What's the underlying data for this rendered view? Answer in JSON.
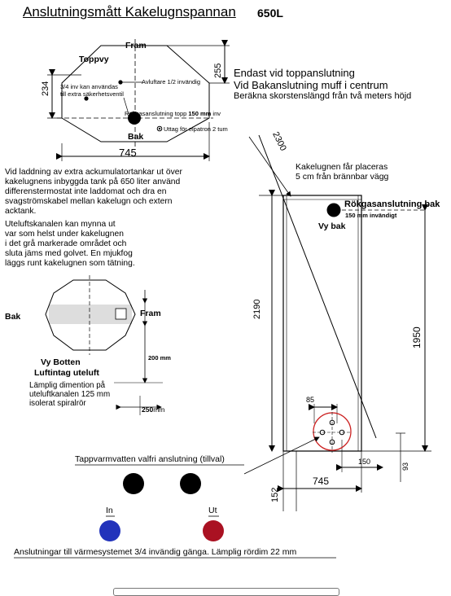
{
  "title": "Anslutningsmått Kakelugnspannan",
  "title_capacity": "650L",
  "top_view": {
    "fram": "Fram",
    "toppvy": "Toppvy",
    "bak": "Bak",
    "dim_width": "745",
    "dim_depth": "234",
    "dim_top": "255",
    "dim_diag": "2300",
    "label_34inv_1": "3/4 inv kan användas",
    "label_34inv_2": "till extra säkerhetsventil",
    "label_avluftare": "Avluftare 1/2 invändig",
    "label_rokgas_pre": "Rökgasanslutning topp ",
    "label_rokgas_bold": "150 mm",
    "label_rokgas_post": " inv",
    "label_uttag": "Uttag för elpatron 2 tum"
  },
  "notes": {
    "line1": "Endast vid toppanslutning",
    "line2": "Vid Bakanslutning muff i centrum",
    "line3": "Beräkna skorstenslängd från två meters höjd"
  },
  "para_laddning": [
    "Vid laddning av extra ackumulatortankar ut över",
    "kakelugnens inbyggda tank på 650 liter använd",
    "differenstermostat inte laddomat och dra en",
    "svagströmskabel mellan kakelugn och extern",
    "acktank."
  ],
  "para_uteluft": [
    "Uteluftskanalen kan mynna ut",
    "var som helst under kakelugnen",
    "i det grå markerade området och",
    "sluta jäms med golvet. En mjukfog",
    "läggs runt kakelugnen som tätning."
  ],
  "bottom_view": {
    "bak": "Bak",
    "fram": "Fram",
    "vy_botten": "Vy Botten",
    "luftintag": "Luftintag uteluft",
    "dim_200": "200 mm",
    "dim_250": "250",
    "dim_250_unit": "mm",
    "lamplig": [
      "Lämplig dimention på",
      "uteluftkanalen 125 mm",
      "isolerat spiralrör"
    ]
  },
  "side_view": {
    "placeras_1": "Kakelugnen får placeras",
    "placeras_2": "5 cm från brännbar vägg",
    "rokgas_bak": "Rökgasanslutning bak",
    "rokgas_bak_inv": "150 mm invändigt",
    "vy_bak": "Vy bak",
    "dim_2190": "2190",
    "dim_1950": "1950",
    "dim_85": "85",
    "dim_150": "150",
    "dim_93": "93",
    "dim_152": "152",
    "dim_745": "745"
  },
  "tappvarmvatten": "Tappvarmvatten valfri anslutning (tillval)",
  "in_label": "In",
  "ut_label": "Ut",
  "footer": "Anslutningar till värmesystemet 3/4 invändig gänga. Lämplig rördim 22 mm",
  "colors": {
    "in_circle": "#2233bb",
    "ut_circle": "#aa1122",
    "gray_area": "#dddddd",
    "red_circle": "#cc2222"
  }
}
